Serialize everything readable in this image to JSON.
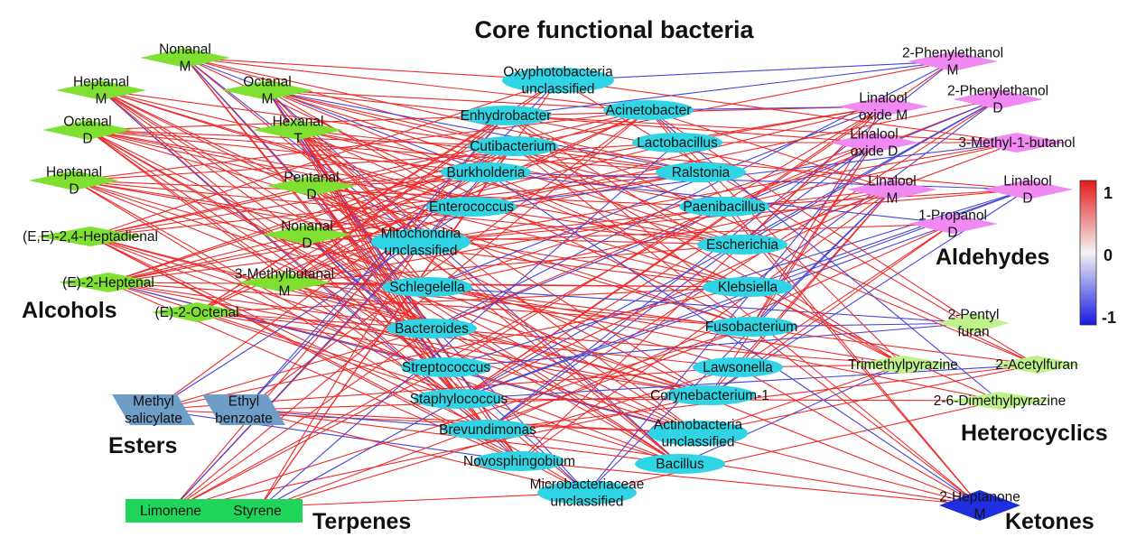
{
  "title": "Core functional bacteria",
  "colors": {
    "positive_edge": "#ee2b2b",
    "negative_edge": "#4545d8",
    "bacteria": "#2fd5e4",
    "aldehyde": "#7fe032",
    "alcohol": "#f08af2",
    "heterocyclic": "#bff28a",
    "ester": "#6e9dc8",
    "terpene": "#1fd65a",
    "ketone": "#1f2fe0"
  },
  "groups": {
    "aldehydes_label": "Aldehydes",
    "alcohols_label": "Alcohols",
    "heterocyclics_label": "Heterocyclics",
    "esters_label": "Esters",
    "terpenes_label": "Terpenes",
    "ketones_label": "Ketones"
  },
  "colorbar": {
    "max": "1",
    "mid": "0",
    "min": "-1"
  },
  "aldehydes": [
    {
      "id": "nonanal_m",
      "lines": [
        "Nonanal",
        "M"
      ]
    },
    {
      "id": "heptanal_m",
      "lines": [
        "Heptanal",
        "M"
      ]
    },
    {
      "id": "octanal_m",
      "lines": [
        "Octanal",
        "M"
      ]
    },
    {
      "id": "octanal_d",
      "lines": [
        "Octanal",
        "D"
      ]
    },
    {
      "id": "hexanal_t",
      "lines": [
        "Hexanal",
        "T"
      ]
    },
    {
      "id": "heptanal_d",
      "lines": [
        "Heptanal",
        "D"
      ]
    },
    {
      "id": "pentanal_d",
      "lines": [
        "Pentanal",
        "D"
      ]
    },
    {
      "id": "nonanal_d",
      "lines": [
        "Nonanal",
        "D"
      ]
    },
    {
      "id": "heptadienal",
      "lines": [
        "(E,E)-2,4-Heptadienal"
      ]
    },
    {
      "id": "heptenal",
      "lines": [
        "(E)-2-Heptenal"
      ]
    },
    {
      "id": "methylbutanal_m",
      "lines": [
        "3-Methylbutanal",
        "M"
      ]
    },
    {
      "id": "octenal",
      "lines": [
        "(E)-2-Octenal"
      ]
    }
  ],
  "bacteria": [
    {
      "id": "oxyphoto",
      "lines": [
        "Oxyphotobacteria",
        "unclassified"
      ]
    },
    {
      "id": "enhydro",
      "lines": [
        "Enhydrobacter"
      ]
    },
    {
      "id": "acineto",
      "lines": [
        "Acinetobacter"
      ]
    },
    {
      "id": "cuti",
      "lines": [
        "Cutibacterium"
      ]
    },
    {
      "id": "lacto",
      "lines": [
        "Lactobacillus"
      ]
    },
    {
      "id": "burk",
      "lines": [
        "Burkholderia"
      ]
    },
    {
      "id": "ralst",
      "lines": [
        "Ralstonia"
      ]
    },
    {
      "id": "entero",
      "lines": [
        "Enterococcus"
      ]
    },
    {
      "id": "paeni",
      "lines": [
        "Paenibacillus"
      ]
    },
    {
      "id": "mito",
      "lines": [
        "Mitochondria",
        "unclassified"
      ]
    },
    {
      "id": "esch",
      "lines": [
        "Escherichia"
      ]
    },
    {
      "id": "schleg",
      "lines": [
        "Schlegelella"
      ]
    },
    {
      "id": "klebs",
      "lines": [
        "Klebsiella"
      ]
    },
    {
      "id": "bactero",
      "lines": [
        "Bacteroides"
      ]
    },
    {
      "id": "fuso",
      "lines": [
        "Fusobacterium"
      ]
    },
    {
      "id": "strepto",
      "lines": [
        "Streptococcus"
      ]
    },
    {
      "id": "lawson",
      "lines": [
        "Lawsonella"
      ]
    },
    {
      "id": "staph",
      "lines": [
        "Staphylococcus"
      ]
    },
    {
      "id": "coryne",
      "lines": [
        "Corynebacterium-1"
      ]
    },
    {
      "id": "brevund",
      "lines": [
        "Brevundimonas"
      ]
    },
    {
      "id": "actino",
      "lines": [
        "Actinobacteria",
        "unclassified"
      ]
    },
    {
      "id": "novos",
      "lines": [
        "Novosphingobium"
      ]
    },
    {
      "id": "bacil",
      "lines": [
        "Bacillus"
      ]
    },
    {
      "id": "microbact",
      "lines": [
        "Microbacteriaceae",
        "unclassified"
      ]
    }
  ],
  "alcohols": [
    {
      "id": "phenyl_m",
      "lines": [
        "2-Phenylethanol",
        "M"
      ]
    },
    {
      "id": "lox_m",
      "lines": [
        "Linalool",
        "oxide M"
      ]
    },
    {
      "id": "phenyl_d",
      "lines": [
        "2-Phenylethanol",
        "D"
      ]
    },
    {
      "id": "lox_d",
      "lines": [
        "Linalool",
        "oxide D"
      ]
    },
    {
      "id": "mb1",
      "lines": [
        "3-Methyl-1-butanol"
      ]
    },
    {
      "id": "lin_m",
      "lines": [
        "Linalool",
        "M"
      ]
    },
    {
      "id": "lin_d",
      "lines": [
        "Linalool",
        "D"
      ]
    },
    {
      "id": "prop_d",
      "lines": [
        "1-Propanol",
        "D"
      ]
    }
  ],
  "heterocyclics": [
    {
      "id": "pentylfuran",
      "lines": [
        "2-Pentyl",
        "furan"
      ]
    },
    {
      "id": "trimethyl",
      "lines": [
        "Trimethylpyrazine"
      ]
    },
    {
      "id": "acetylfuran",
      "lines": [
        "2-Acetylfuran"
      ]
    },
    {
      "id": "dimethyl",
      "lines": [
        "2-6-Dimethylpyrazine"
      ]
    }
  ],
  "esters": [
    {
      "id": "methylsal",
      "lines": [
        "Methyl",
        "salicylate"
      ]
    },
    {
      "id": "ethylbenz",
      "lines": [
        "Ethyl",
        "benzoate"
      ]
    }
  ],
  "terpenes": [
    {
      "id": "limonene",
      "lines": [
        "Limonene"
      ]
    },
    {
      "id": "styrene",
      "lines": [
        "Styrene"
      ]
    }
  ],
  "ketones": [
    {
      "id": "heptanone_m",
      "lines": [
        "2-Heptanone",
        "M"
      ]
    }
  ]
}
